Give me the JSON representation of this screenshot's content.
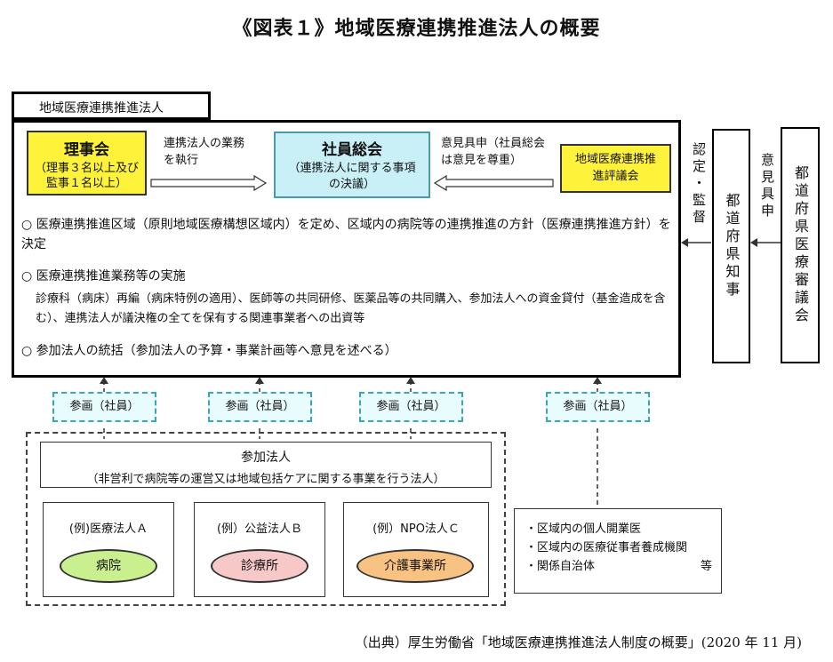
{
  "title": "《図表１》地域医療連携推進法人の概要",
  "corp_tab": "地域医療連携推進法人",
  "board": {
    "title": "理事会",
    "sub": "（理事３名以上及び監事１名以上）"
  },
  "arrow_left": "連携法人の業務を執行",
  "general_meeting": {
    "title": "社員総会",
    "sub": "（連携法人に関する事項の決議）"
  },
  "arrow_right": "意見具申（社員総会は意見を尊重）",
  "council": "地域医療連携推進評議会",
  "bullets": [
    {
      "mark": "○",
      "text": "医療連携推進区域（原則地域医療構想区域内）を定め、区域内の病院等の連携推進の方針（医療連携推進方針）を決定"
    },
    {
      "mark": "○",
      "text": "医療連携推進業務等の実施"
    },
    {
      "mark": "",
      "text": "診療科（病床）再編（病床特例の適用）、医師等の共同研修、医薬品等の共同購入、参加法人への資金貸付（基金造成を含む）、連携法人が議決権の全てを保有する関連事業者への出資等"
    },
    {
      "mark": "○",
      "text": "参加法人の統括（参加法人の予算・事業計画等へ意見を述べる）"
    }
  ],
  "label_nintei": "認定・監督",
  "governor": "都道府県知事",
  "label_iken": "意見具申",
  "medical_council": "都道府県医療審議会",
  "participation_labels": [
    "参画（社員）",
    "参画（社員）",
    "参画（社員）",
    "参画（社員）"
  ],
  "participants": {
    "title": "参加法人",
    "sub": "（非営利で病院等の運営又は地域包括ケアに関する事業を行う法人）",
    "corps": [
      {
        "name": "(例)医療法人Ａ",
        "facility": "病院",
        "color": "#c9ef8f"
      },
      {
        "name": "(例）公益法人Ｂ",
        "facility": "診療所",
        "color": "#f7c8c8"
      },
      {
        "name": "(例）NPO法人Ｃ",
        "facility": "介護事業所",
        "color": "#f8c283"
      }
    ]
  },
  "others": [
    "・区域内の個人開業医",
    "・区域内の医療従事者養成機関",
    "・関係自治体",
    "等"
  ],
  "source": "（出典）厚生労働省「地域医療連携推進法人制度の概要」(2020 年 11 月)"
}
